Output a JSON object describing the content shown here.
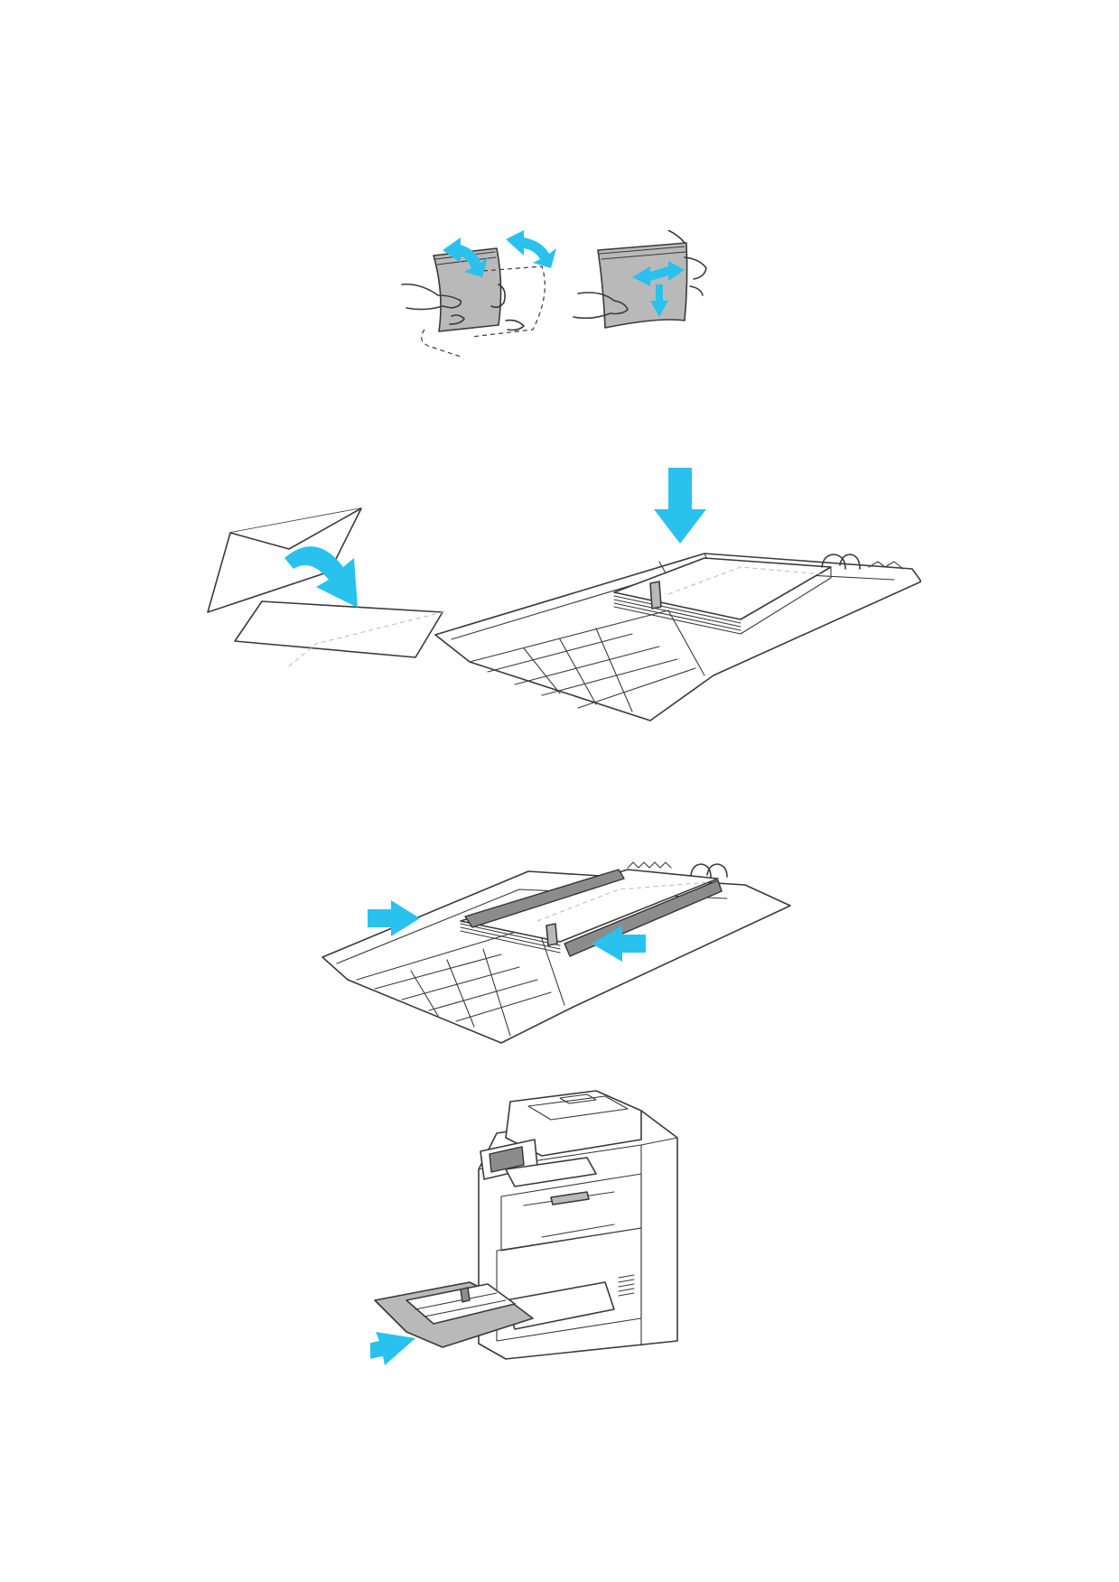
{
  "document": {
    "illustrations": [
      {
        "name": "fan-and-flex-envelopes",
        "arrow_color": "#29c1ee"
      },
      {
        "name": "load-envelopes-flap-closed-in-tray",
        "arrow_color": "#29c1ee"
      },
      {
        "name": "adjust-width-guides",
        "arrow_color": "#29c1ee"
      },
      {
        "name": "insert-tray-into-printer",
        "arrow_color": "#29c1ee"
      }
    ]
  }
}
